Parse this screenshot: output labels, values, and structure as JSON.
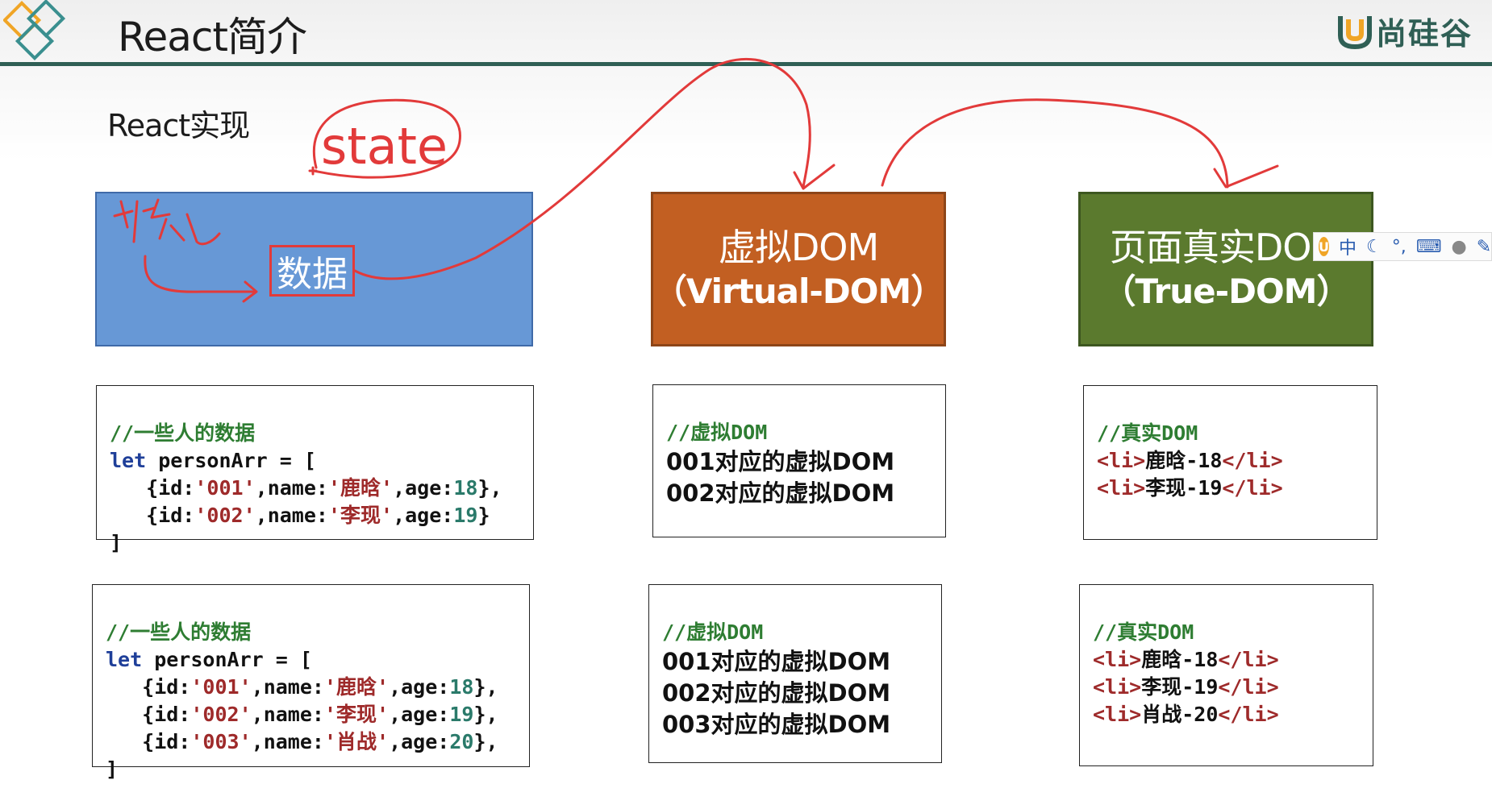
{
  "header": {
    "title": "React简介",
    "brand_text": "尚硅谷",
    "brand_badge": "U"
  },
  "subtitle": "React实现",
  "annotations": {
    "state_label": "state",
    "handwritten_note": "状态"
  },
  "boxes": {
    "data": {
      "label": "数据"
    },
    "virtual_dom": {
      "title": "虚拟DOM",
      "subtitle": "（Virtual-DOM）"
    },
    "real_dom": {
      "title": "页面真实DOM",
      "subtitle": "（True-DOM）"
    }
  },
  "ime_toolbar": {
    "badge": "U",
    "mode": "中",
    "icons": [
      "moon-icon",
      "punctuation-icon",
      "keyboard-icon",
      "user-icon",
      "wrench-icon"
    ]
  },
  "code_row_1": {
    "data": {
      "comment": "//一些人的数据",
      "kw_let": "let",
      "var_decl": " personArr = [",
      "items": [
        {
          "pre": "{id:",
          "id": "'001'",
          "mid": ",name:",
          "name": "'鹿晗'",
          "age_key": ",age:",
          "age": "18",
          "end": "},"
        },
        {
          "pre": "{id:",
          "id": "'002'",
          "mid": ",name:",
          "name": "'李现'",
          "age_key": ",age:",
          "age": "19",
          "end": "}"
        }
      ],
      "close": "]"
    },
    "virtual": {
      "comment": "//虚拟DOM",
      "lines": [
        "001对应的虚拟DOM",
        "002对应的虚拟DOM"
      ]
    },
    "real": {
      "comment": "//真实DOM",
      "items": [
        {
          "open": "<li>",
          "text": "鹿晗-18",
          "close": "</li>"
        },
        {
          "open": "<li>",
          "text": "李现-19",
          "close": "</li>"
        }
      ]
    }
  },
  "code_row_2": {
    "data": {
      "comment": "//一些人的数据",
      "kw_let": "let",
      "var_decl": " personArr = [",
      "items": [
        {
          "pre": "{id:",
          "id": "'001'",
          "mid": ",name:",
          "name": "'鹿晗'",
          "age_key": ",age:",
          "age": "18",
          "end": "},"
        },
        {
          "pre": "{id:",
          "id": "'002'",
          "mid": ",name:",
          "name": "'李现'",
          "age_key": ",age:",
          "age": "19",
          "end": "},"
        },
        {
          "pre": "{id:",
          "id": "'003'",
          "mid": ",name:",
          "name": "'肖战'",
          "age_key": ",age:",
          "age": "20",
          "end": "},"
        }
      ],
      "close": "]"
    },
    "virtual": {
      "comment": "//虚拟DOM",
      "lines": [
        "001对应的虚拟DOM",
        "002对应的虚拟DOM",
        "003对应的虚拟DOM"
      ]
    },
    "real": {
      "comment": "//真实DOM",
      "items": [
        {
          "open": "<li>",
          "text": "鹿晗-18",
          "close": "</li>"
        },
        {
          "open": "<li>",
          "text": "李现-19",
          "close": "</li>"
        },
        {
          "open": "<li>",
          "text": "肖战-20",
          "close": "</li>"
        }
      ]
    }
  },
  "colors": {
    "header_line": "#2f5f55",
    "data_box": "#6798d6",
    "virtual_dom_box": "#c25f22",
    "real_dom_box": "#5b7a2e",
    "annotation_ink": "#e23a3a"
  }
}
